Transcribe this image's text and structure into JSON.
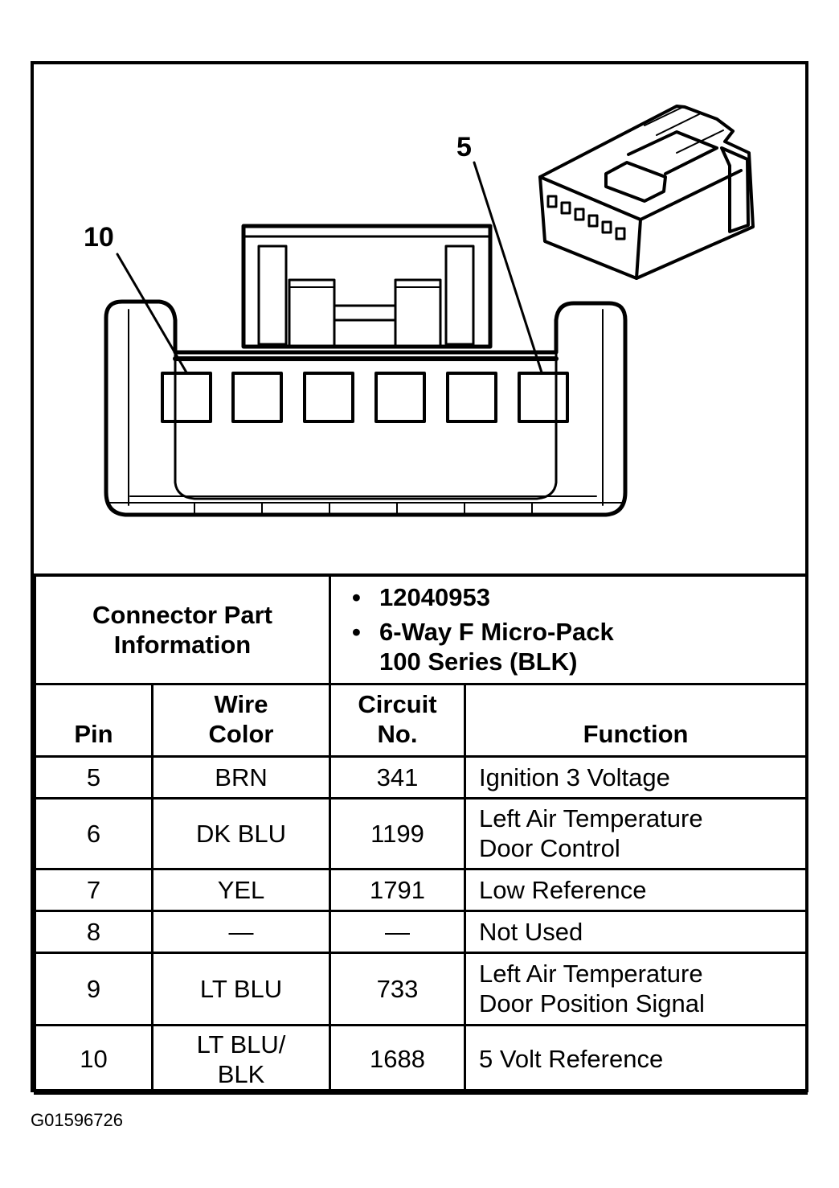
{
  "diagram": {
    "pin_callouts": [
      {
        "label": "10"
      },
      {
        "label": "5"
      }
    ]
  },
  "connector_info": {
    "label_line1": "Connector Part",
    "label_line2": "Information",
    "bullets": [
      {
        "line1": "12040953",
        "line2": ""
      },
      {
        "line1": "6-Way F Micro-Pack",
        "line2": "100 Series (BLK)"
      }
    ]
  },
  "table": {
    "headers": {
      "pin": "Pin",
      "wire_color_line1": "Wire",
      "wire_color_line2": "Color",
      "circuit_line1": "Circuit",
      "circuit_line2": "No.",
      "function": "Function"
    },
    "rows": [
      {
        "pin": "5",
        "wire1": "BRN",
        "wire2": "",
        "circuit": "341",
        "func1": "Ignition 3 Voltage",
        "func2": ""
      },
      {
        "pin": "6",
        "wire1": "DK BLU",
        "wire2": "",
        "circuit": "1199",
        "func1": "Left Air Temperature",
        "func2": "Door Control"
      },
      {
        "pin": "7",
        "wire1": "YEL",
        "wire2": "",
        "circuit": "1791",
        "func1": "Low Reference",
        "func2": ""
      },
      {
        "pin": "8",
        "wire1": "—",
        "wire2": "",
        "circuit": "—",
        "func1": "Not Used",
        "func2": ""
      },
      {
        "pin": "9",
        "wire1": "LT BLU",
        "wire2": "",
        "circuit": "733",
        "func1": "Left Air Temperature",
        "func2": "Door Position Signal"
      },
      {
        "pin": "10",
        "wire1": "LT BLU/",
        "wire2": "BLK",
        "circuit": "1688",
        "func1": "5 Volt Reference",
        "func2": ""
      }
    ]
  },
  "figure_id": "G01596726"
}
